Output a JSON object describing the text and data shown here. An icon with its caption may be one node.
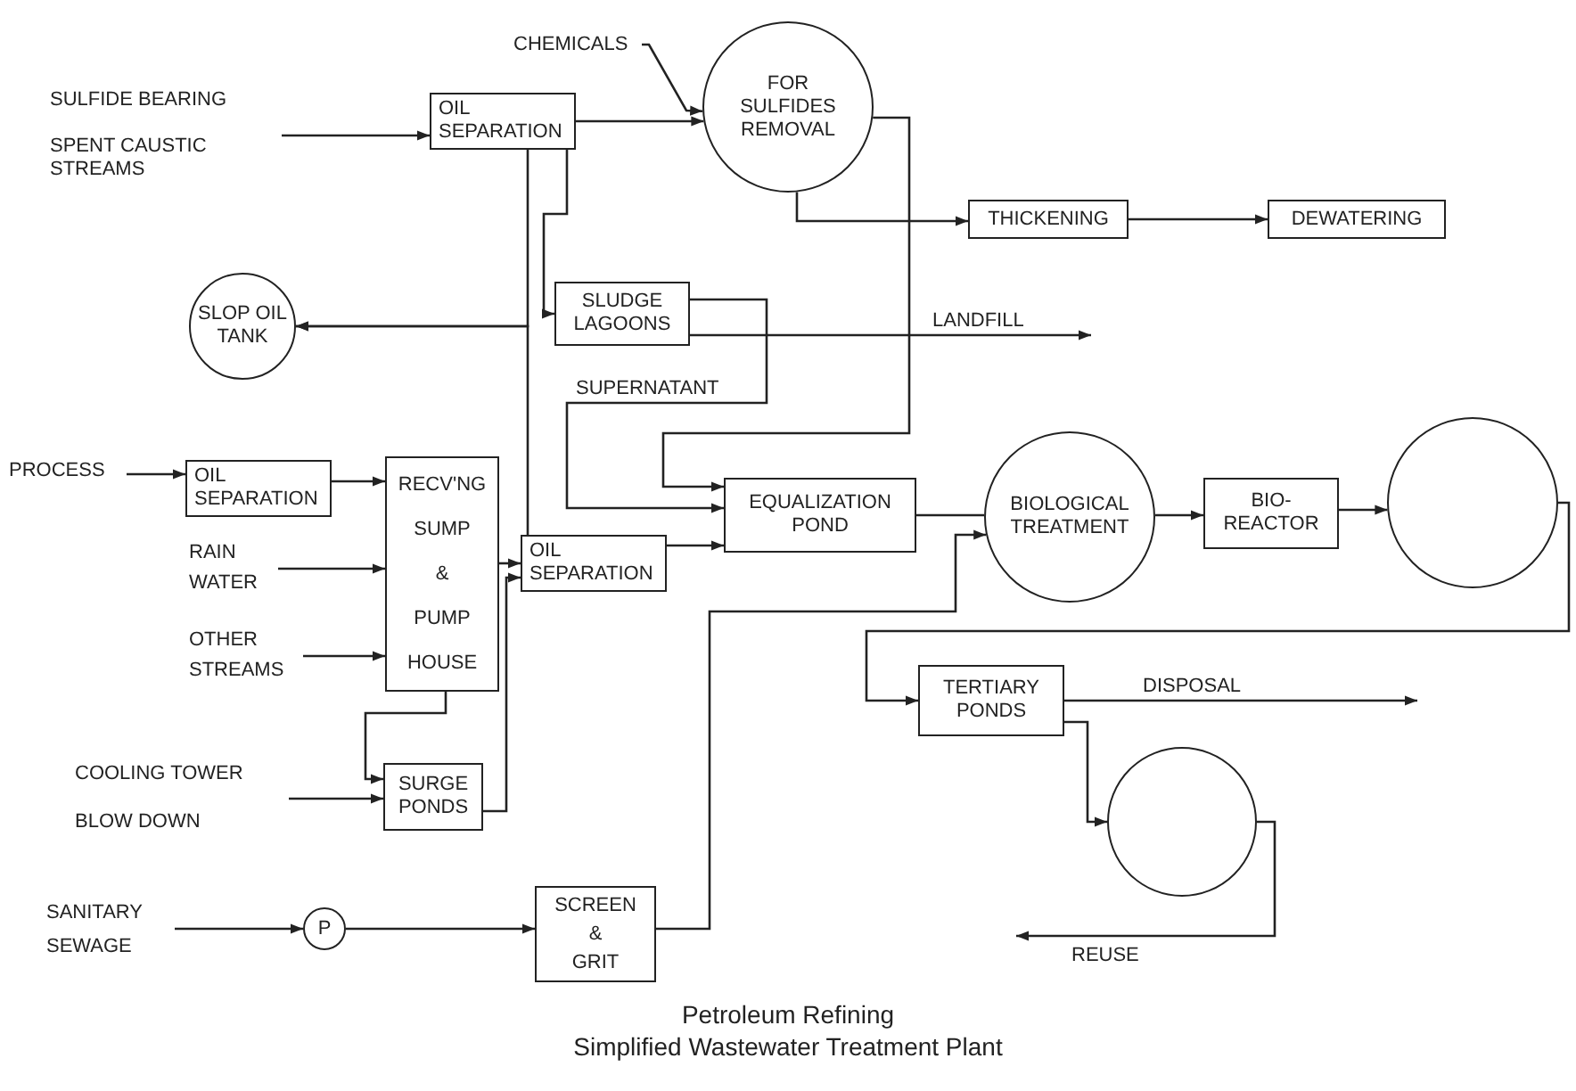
{
  "diagram": {
    "title": "Petroleum Refining",
    "caption": "Simplified Wastewater Treatment Plant",
    "nodes": [
      {
        "text": [
          "SULFIDE BEARING",
          "SPENT CAUSTIC STREAMS"
        ]
      },
      {
        "text": [
          "OIL SEPARATION"
        ]
      },
      {
        "text": [
          "CHEMICALS"
        ]
      },
      {
        "text": [
          "FOR SULFIDES REMOVAL"
        ]
      },
      {
        "text": [
          "THICKENING"
        ]
      },
      {
        "text": [
          "DEWATERING"
        ]
      },
      {
        "text": [
          "SLOP OIL TANK"
        ]
      },
      {
        "text": [
          "SLUDGE LAGOONS"
        ]
      },
      {
        "text": [
          "PROCESS"
        ]
      },
      {
        "text": [
          "OIL SEPARATION"
        ]
      },
      {
        "text": [
          "RAIN",
          "WATER"
        ]
      },
      {
        "text": [
          "OTHER",
          "STREAMS"
        ]
      },
      {
        "text": [
          "RECV'NG SUMP & PUMP HOUSE"
        ]
      },
      {
        "text": [
          "OIL SEPARATION"
        ]
      },
      {
        "text": [
          "EQUALIZATION POND"
        ]
      },
      {
        "text": [
          "BIOLOGICAL TREATMENT"
        ]
      },
      {
        "text": [
          "BIO- REACTOR"
        ]
      },
      {
        "text": [],
        "shape": "circle"
      },
      {
        "text": [
          "TERTIARY PONDS"
        ]
      },
      {
        "text": [],
        "shape": "circle"
      },
      {
        "text": [
          "COOLING TOWER",
          "BLOW DOWN"
        ]
      },
      {
        "text": [
          "SURGE PONDS"
        ]
      },
      {
        "text": [
          "SANITARY",
          "SEWAGE"
        ]
      },
      {
        "text": [
          "P"
        ]
      },
      {
        "text": [
          "SCREEN & GRIT"
        ]
      }
    ],
    "edges": [
      {
        "from": 0,
        "to": 1,
        "arrow": "to"
      },
      {
        "from": 2,
        "to": 3,
        "arrow": "to"
      },
      {
        "from": 1,
        "to": 3,
        "arrow": "to"
      },
      {
        "from": 3,
        "to": 4,
        "arrow": "to"
      },
      {
        "from": 4,
        "to": 5,
        "arrow": "to"
      },
      {
        "from": 1,
        "to": 6,
        "arrow": "to"
      },
      {
        "from": 1,
        "to": 7,
        "arrow": "to"
      },
      {
        "from": 7,
        "to": null,
        "arrow": "to",
        "label": "LANDFILL"
      },
      {
        "from": 7,
        "to": 14,
        "arrow": "to",
        "label": "SUPERNATANT"
      },
      {
        "from": 3,
        "to": 14,
        "arrow": "to"
      },
      {
        "from": 8,
        "to": 9,
        "arrow": "to"
      },
      {
        "from": 9,
        "to": 12,
        "arrow": "to"
      },
      {
        "from": 10,
        "to": 12,
        "arrow": "to"
      },
      {
        "from": 11,
        "to": 12,
        "arrow": "to"
      },
      {
        "from": 12,
        "to": 13,
        "arrow": "to"
      },
      {
        "from": 13,
        "to": 6,
        "arrow": "to"
      },
      {
        "from": 13,
        "to": 14,
        "arrow": "to"
      },
      {
        "from": 12,
        "to": 21,
        "arrow": "to"
      },
      {
        "from": 20,
        "to": 21,
        "arrow": "to"
      },
      {
        "from": 21,
        "to": 13,
        "arrow": "to"
      },
      {
        "from": 14,
        "to": 15,
        "arrow": "none"
      },
      {
        "from": 24,
        "to": 15,
        "arrow": "to"
      },
      {
        "from": 15,
        "to": 16,
        "arrow": "to"
      },
      {
        "from": 16,
        "to": 17,
        "arrow": "to"
      },
      {
        "from": 17,
        "to": 18,
        "arrow": "to"
      },
      {
        "from": 18,
        "to": null,
        "arrow": "to",
        "label": "DISPOSAL"
      },
      {
        "from": 18,
        "to": 19,
        "arrow": "to"
      },
      {
        "from": 19,
        "to": null,
        "arrow": "to",
        "label": "REUSE"
      },
      {
        "from": 22,
        "to": 23,
        "arrow": "to"
      },
      {
        "from": 23,
        "to": 24,
        "arrow": "to"
      }
    ]
  }
}
